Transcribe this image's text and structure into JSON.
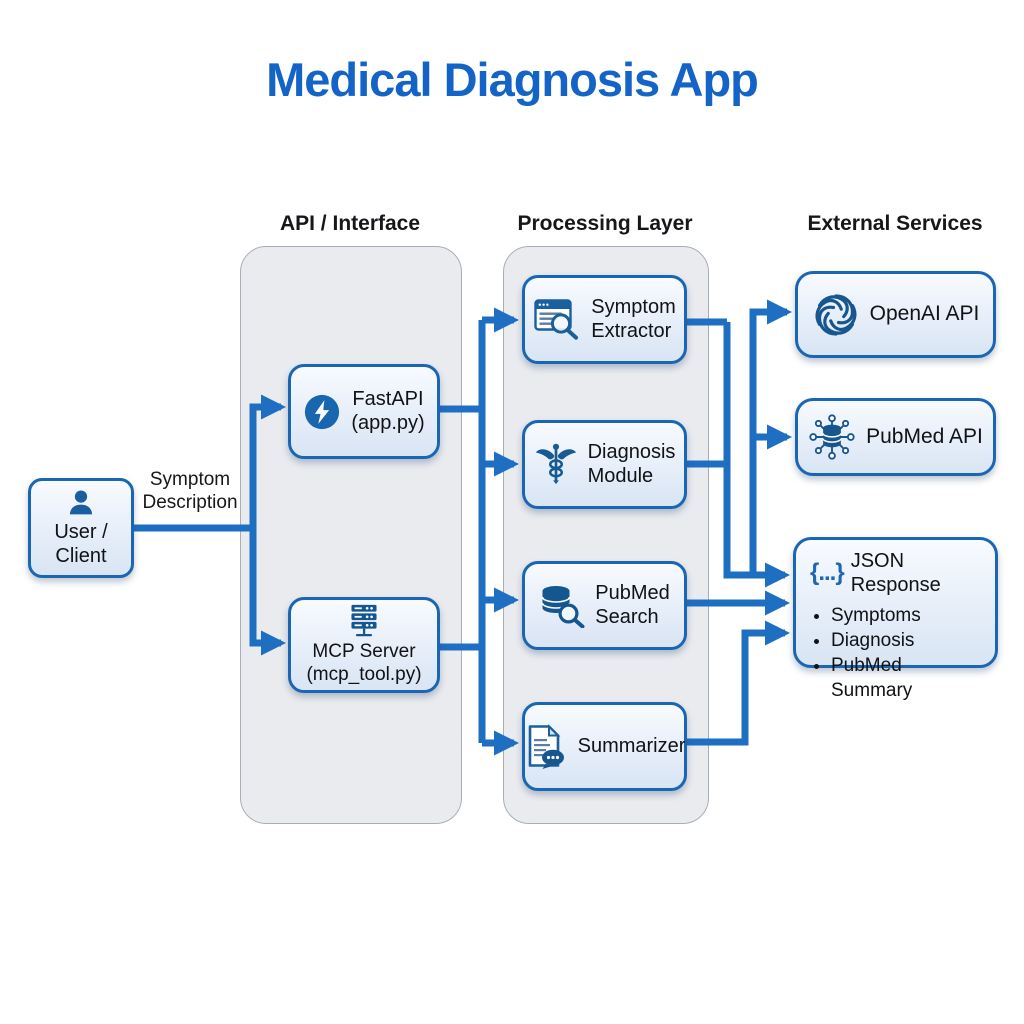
{
  "title": "Medical Diagnosis App",
  "columns": {
    "api": "API / Interface",
    "processing": "Processing Layer",
    "external": "External Services"
  },
  "edge_label": {
    "line1": "Symptom",
    "line2": "Description"
  },
  "nodes": {
    "user_client": {
      "line1": "User /",
      "line2": "Client",
      "icon": "user-icon"
    },
    "fastapi": {
      "line1": "FastAPI",
      "line2": "(app.py)",
      "icon": "bolt-icon"
    },
    "mcp_server": {
      "line1": "MCP Server",
      "line2": "(mcp_tool.py)",
      "icon": "server-rack-icon"
    },
    "symptom_extractor": {
      "line1": "Symptom",
      "line2": "Extractor",
      "icon": "document-search-icon"
    },
    "diagnosis_module": {
      "line1": "Diagnosis",
      "line2": "Module",
      "icon": "caduceus-icon"
    },
    "pubmed_search": {
      "line1": "PubMed",
      "line2": "Search",
      "icon": "database-search-icon"
    },
    "summarizer": {
      "label": "Summarizer",
      "icon": "document-chat-icon"
    },
    "openai_api": {
      "label": "OpenAI API",
      "icon": "openai-logo-icon"
    },
    "pubmed_api": {
      "label": "PubMed API",
      "icon": "database-network-icon"
    },
    "json_response": {
      "label": "JSON Response",
      "icon_glyph": "{...}",
      "bullets": [
        "Symptoms",
        "Diagnosis",
        "PubMed Summary"
      ]
    }
  },
  "colors": {
    "accent_blue": "#1e6fc2",
    "title_blue": "#1464c8",
    "icon_blue": "#175a94",
    "node_border": "#1b66b3",
    "panel_fill": "#e9ebef"
  }
}
